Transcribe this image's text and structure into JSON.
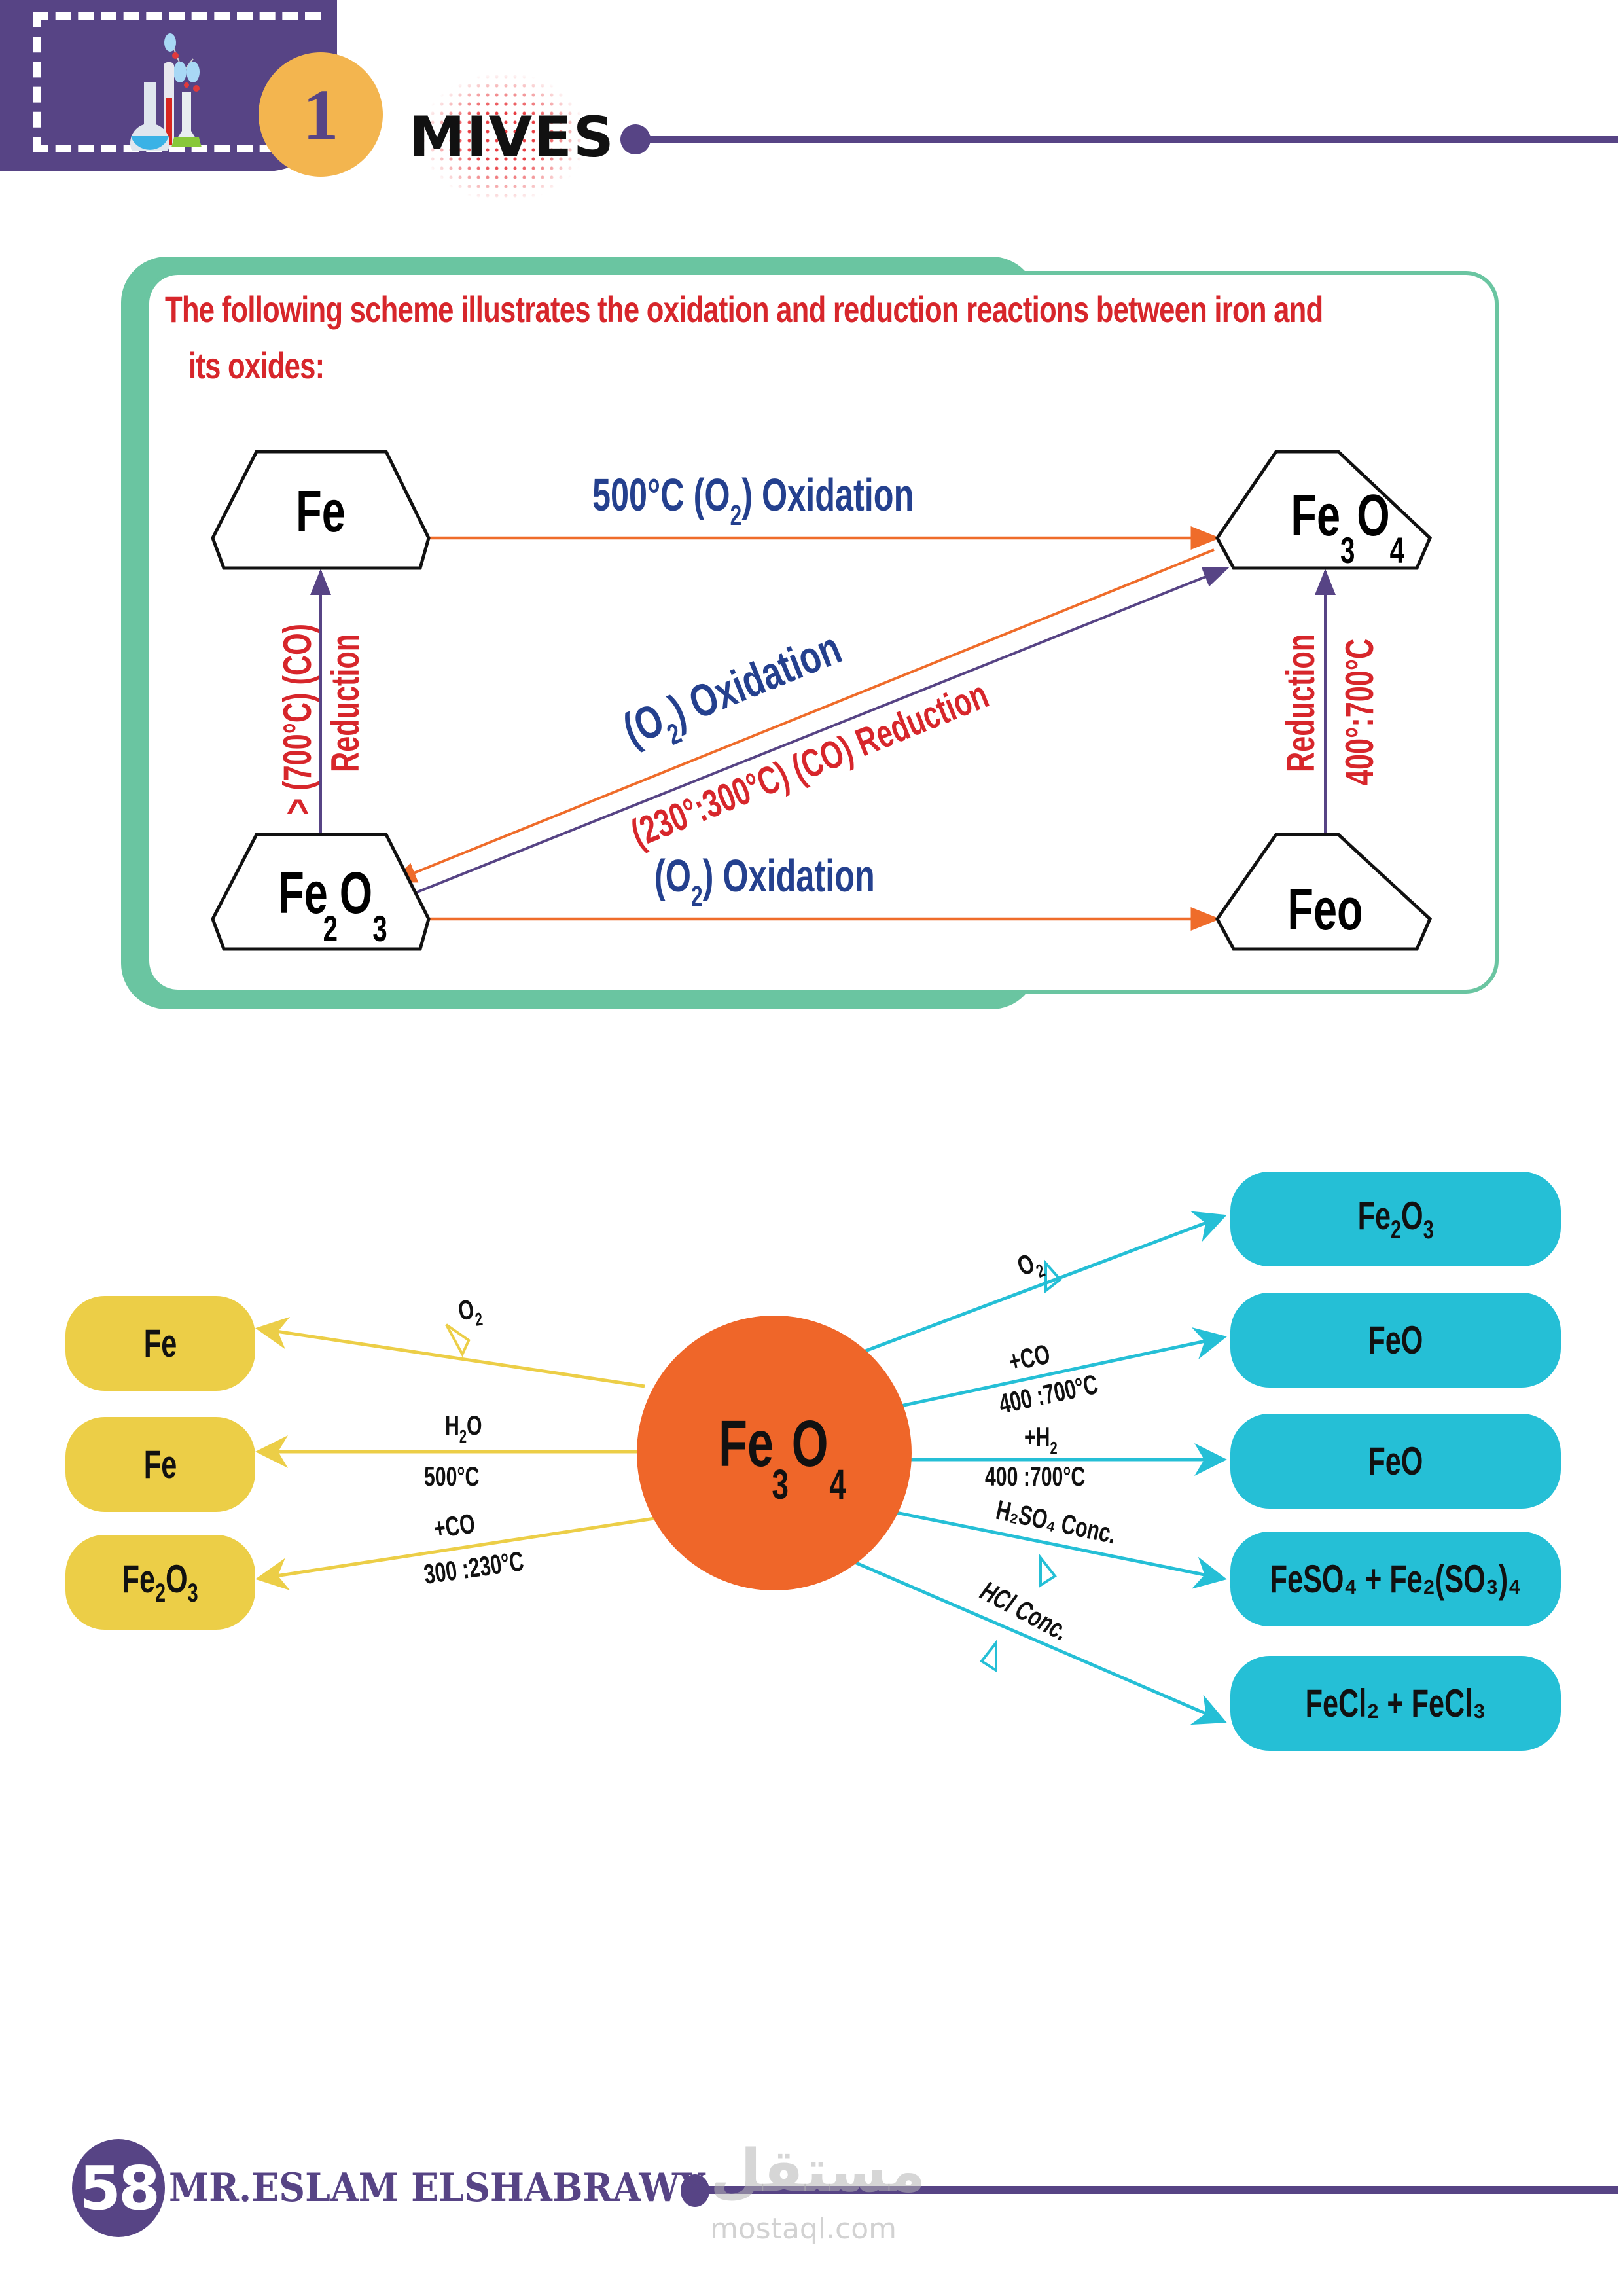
{
  "header": {
    "chapter_number": "1",
    "section_title": "MIVES",
    "icon": "chemistry-flasks-icon"
  },
  "intro": {
    "line1": "The following scheme illustrates the oxidation and reduction reactions between iron and",
    "line2": "its oxides:"
  },
  "scheme1": {
    "nodes": {
      "fe": {
        "main": "Fe",
        "sub": []
      },
      "fe3o4": {
        "parts": [
          "Fe",
          "3",
          "O",
          "4"
        ]
      },
      "fe2o3": {
        "parts": [
          "Fe",
          "2",
          "O",
          "3"
        ]
      },
      "feo": {
        "main": "Feo"
      }
    },
    "arrows": {
      "fe_to_fe3o4": {
        "temp": "500°C (O",
        "sub": "2",
        "rest": ")  Oxidation"
      },
      "fe3o4_to_fe2o3_oxidation": {
        "pre": "(O",
        "sub": "2",
        "rest": ")  Oxidation"
      },
      "fe2o3_to_fe3o4_reduction": "(230°:300°C) (CO) Reduction",
      "fe2o3_to_feo": {
        "pre": "(O",
        "sub": "2",
        "rest": ")  Oxidation"
      },
      "fe2o3_to_fe": {
        "cond": "> (700°C) (CO)",
        "label": "Reduction"
      },
      "feo_to_fe3o4": {
        "label": "Reduction",
        "cond": "400°:700°C"
      }
    },
    "colors": {
      "oxidation_arrow": "#ef6c2a",
      "reduction_arrow": "#574485",
      "oxidation_text": "#24408e",
      "reduction_text": "#d7262b"
    }
  },
  "scheme2": {
    "center": {
      "parts": [
        "Fe",
        "3",
        "O",
        "4"
      ]
    },
    "left_products": [
      {
        "label": "Fe",
        "reagent": "O",
        "reagent_sub": "2",
        "condition": "",
        "heat": true
      },
      {
        "label": "Fe",
        "reagent": "H",
        "reagent_sub": "2",
        "reagent_rest": "O",
        "condition": "500°C",
        "heat": false
      },
      {
        "label": "Fe",
        "label_sub": "2",
        "label_mid": "O",
        "label_sub2": "3",
        "reagent": "+CO",
        "condition": "300 :230°C",
        "heat": false
      }
    ],
    "right_products": [
      {
        "parts": [
          "Fe",
          "2",
          "O",
          "3"
        ],
        "reagent": "O",
        "reagent_sub": "2",
        "condition": "",
        "heat": true
      },
      {
        "parts": [
          "FeO"
        ],
        "reagent": "+CO",
        "condition": "400 :700°C",
        "heat": false
      },
      {
        "parts": [
          "FeO"
        ],
        "reagent": "+H",
        "reagent_sub": "2",
        "condition": "400 :700°C",
        "heat": false
      },
      {
        "text": "FeSO₄ + Fe₂(SO₃)₄",
        "reagent": "H₂SO₄ Conc.",
        "heat": true
      },
      {
        "text": "FeCl₂ + FeCl₃",
        "reagent": "HCl Conc.",
        "heat": true
      }
    ],
    "colors": {
      "center": "#ef6629",
      "left": "#ecce47",
      "right": "#25bfd6"
    }
  },
  "footer": {
    "page_number": "58",
    "author": "MR.ESLAM ELSHABRAWY",
    "watermark_ar": "مستقل",
    "watermark": "mostaql.com"
  }
}
